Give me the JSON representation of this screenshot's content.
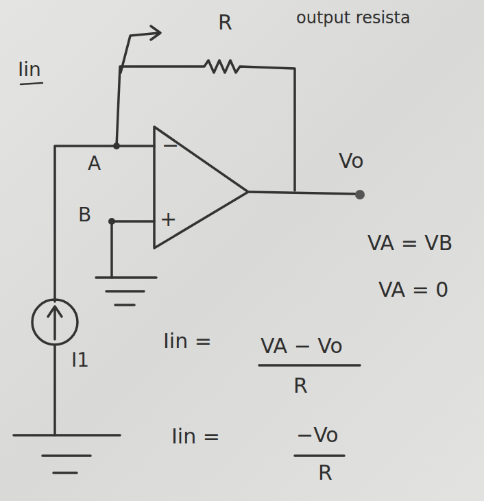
{
  "diagram": {
    "labels": [
      "R",
      "output resista",
      "Iin",
      "A",
      "B",
      "Vo",
      "VA = VB",
      "VA = 0",
      "I1",
      "Iin =",
      "VA − Vo",
      "R",
      "Iin =",
      "−Vo",
      "R",
      "−",
      "+"
    ]
  }
}
